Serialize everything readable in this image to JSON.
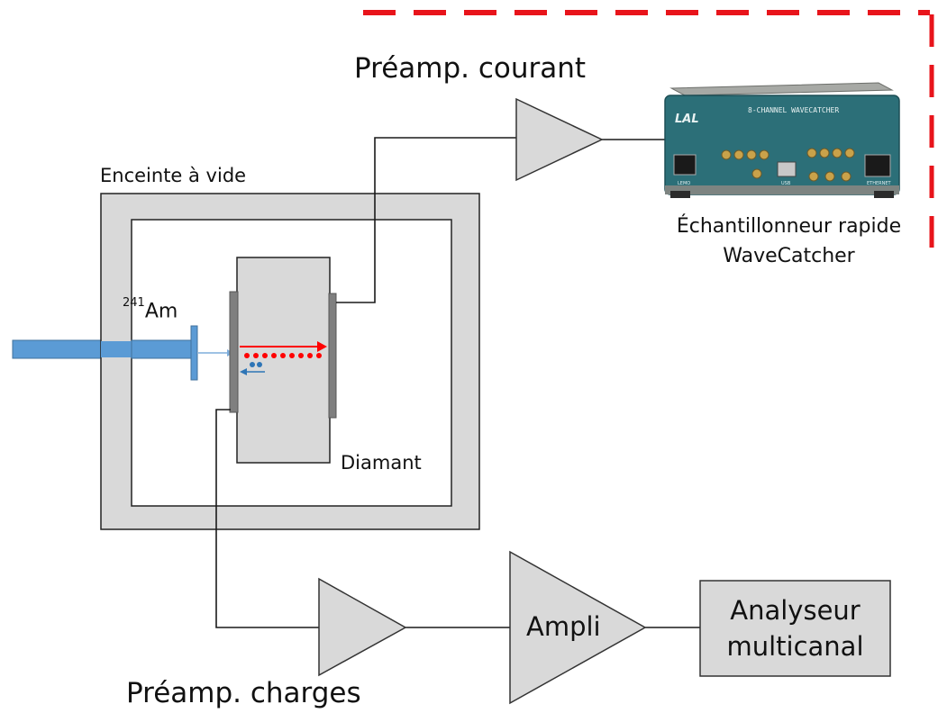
{
  "labels": {
    "current_preamp": "Préamp. courant",
    "vacuum_chamber": "Enceinte à vide",
    "digitizer_line1": "Échantillonneur rapide",
    "digitizer_line2": "WaveCatcher",
    "source_isotope_mass": "241",
    "source_isotope_symbol": "Am",
    "diamond": "Diamant",
    "amplifier": "Ampli",
    "mca_line1": "Analyseur",
    "mca_line2": "multicanal",
    "charge_preamp": "Préamp. charges"
  },
  "device": {
    "front_text": "8-CHANNEL WAVECATCHER",
    "logo": "LAL",
    "port_labels": [
      "LEMO",
      "USB",
      "ETHERNET"
    ]
  },
  "colors": {
    "wire": "#1a1a1a",
    "box_fill": "#d9d9d9",
    "source_rod": "#5b9bd5",
    "dashed_border": "#e8141b",
    "electron_track": "#ff0000",
    "hole_track": "#2e75b6",
    "device_body": "#2c6f78",
    "electrode": "#7f7f7f"
  }
}
